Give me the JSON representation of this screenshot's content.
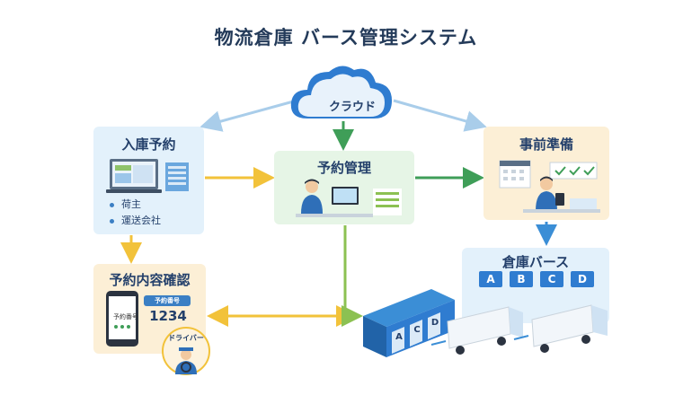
{
  "title": "物流倉庫 バース管理システム",
  "cloud": {
    "label": "クラウド"
  },
  "reception": {
    "title": "入庫予約",
    "items": [
      "荷主",
      "運送会社"
    ]
  },
  "booking": {
    "title": "予約管理"
  },
  "prep": {
    "title": "事前準備"
  },
  "confirm": {
    "title": "予約内容確認",
    "phone_label": "予約番号",
    "tag_label": "予約番号",
    "number": "1234",
    "driver_label": "ドライバー"
  },
  "berth": {
    "title": "倉庫バース",
    "bays": [
      "A",
      "B",
      "C",
      "D"
    ],
    "truck_bays": [
      "A",
      "C",
      "D"
    ]
  },
  "colors": {
    "blue_arrow": "#a9cdea",
    "green_arrow": "#3f9e58",
    "yellow_arrow": "#f2c23a",
    "berth_blue": "#2f7cd0",
    "cloud": "#2f7cd0"
  }
}
